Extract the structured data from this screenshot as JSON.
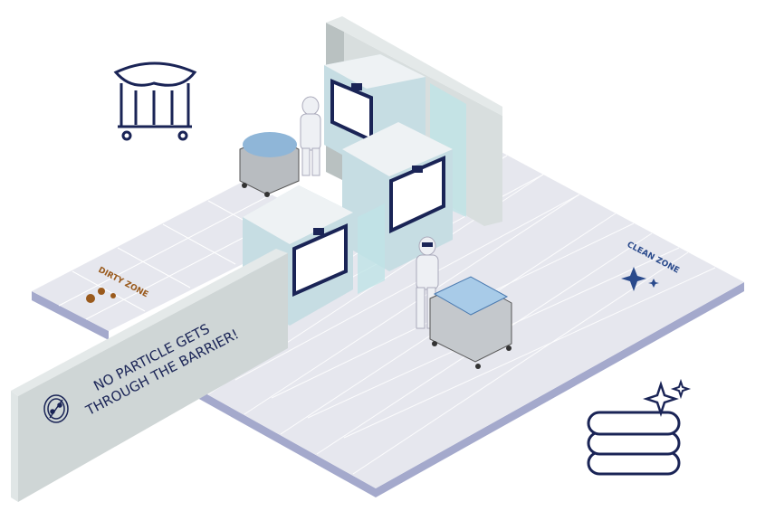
{
  "scene": {
    "dirty_zone_label": "DIRTY ZONE",
    "clean_zone_label": "CLEAN ZONE",
    "barrier_line1": "NO PARTICLE GETS",
    "barrier_line2": "THROUGH THE BARRIER!"
  },
  "colors": {
    "navy": "#1a2456",
    "floor": "#e6e7ee",
    "floor_side": "#a4a9cc",
    "wall": "#cfd6d6",
    "machine": "#c6dde3",
    "dirty": "#9a5a1c",
    "clean": "#2a4a8c"
  },
  "icons": [
    "laundry-cart-icon",
    "no-particle-icon",
    "virus-icon",
    "sparkle-icon",
    "folded-towels-icon"
  ]
}
